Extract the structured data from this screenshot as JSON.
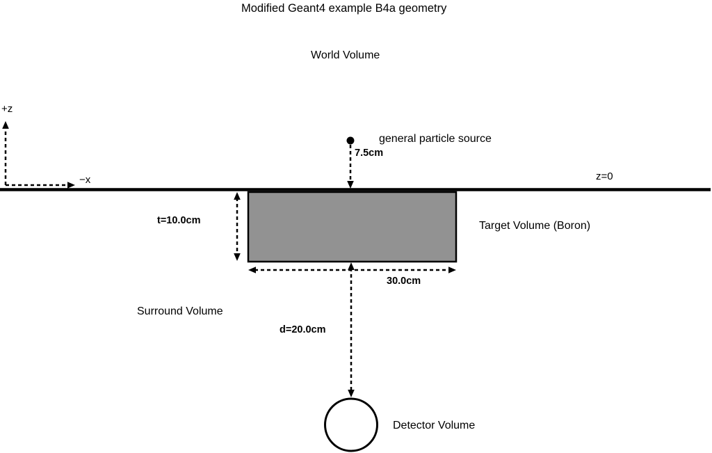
{
  "title": "Modified Geant4 example B4a geometry",
  "labels": {
    "world_volume": "World Volume",
    "axis_z": "+z",
    "axis_x": "−x",
    "z_zero": "z=0",
    "particle_source": "general particle source",
    "source_distance": "7.5cm",
    "target_thickness": "t=10.0cm",
    "target_volume": "Target Volume (Boron)",
    "target_width": "30.0cm",
    "surround_volume": "Surround Volume",
    "detector_distance": "d=20.0cm",
    "detector_volume": "Detector Volume"
  },
  "colors": {
    "target_fill": "#929292",
    "line": "#000000",
    "background": "#ffffff"
  }
}
